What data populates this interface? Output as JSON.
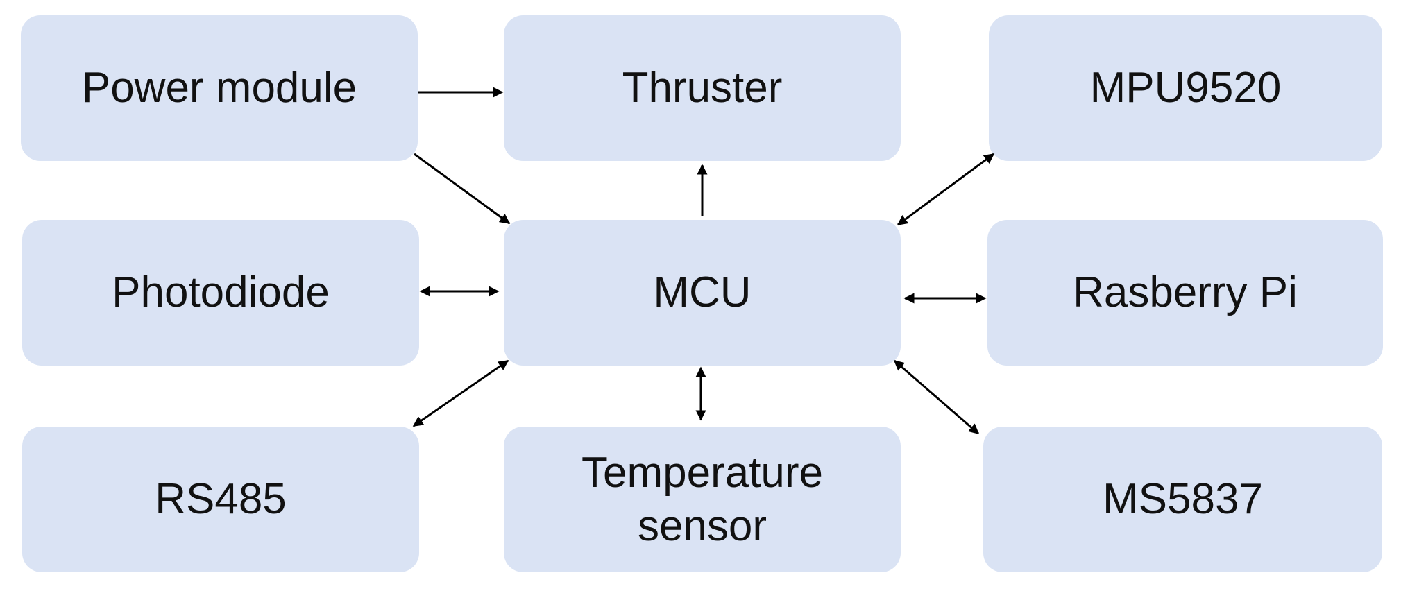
{
  "blocks": {
    "power_module": "Power module",
    "thruster": "Thruster",
    "mpu": "MPU9520",
    "photodiode": "Photodiode",
    "mcu": "MCU",
    "raspberry_pi": "Rasberry Pi",
    "rs485": "RS485",
    "temperature_sensor": "Temperature sensor",
    "ms5837": "MS5837"
  },
  "colors": {
    "block_fill": "#dae3f4",
    "arrow": "#000000"
  },
  "connections": [
    {
      "from": "Power module",
      "to": "Thruster",
      "direction": "one-way"
    },
    {
      "from": "Power module",
      "to": "MCU",
      "direction": "one-way"
    },
    {
      "from": "MCU",
      "to": "Thruster",
      "direction": "one-way"
    },
    {
      "from": "MCU",
      "to": "MPU9520",
      "direction": "two-way"
    },
    {
      "from": "MCU",
      "to": "Photodiode",
      "direction": "two-way"
    },
    {
      "from": "MCU",
      "to": "Rasberry Pi",
      "direction": "two-way"
    },
    {
      "from": "MCU",
      "to": "RS485",
      "direction": "two-way"
    },
    {
      "from": "MCU",
      "to": "Temperature sensor",
      "direction": "two-way"
    },
    {
      "from": "MCU",
      "to": "MS5837",
      "direction": "two-way"
    }
  ]
}
